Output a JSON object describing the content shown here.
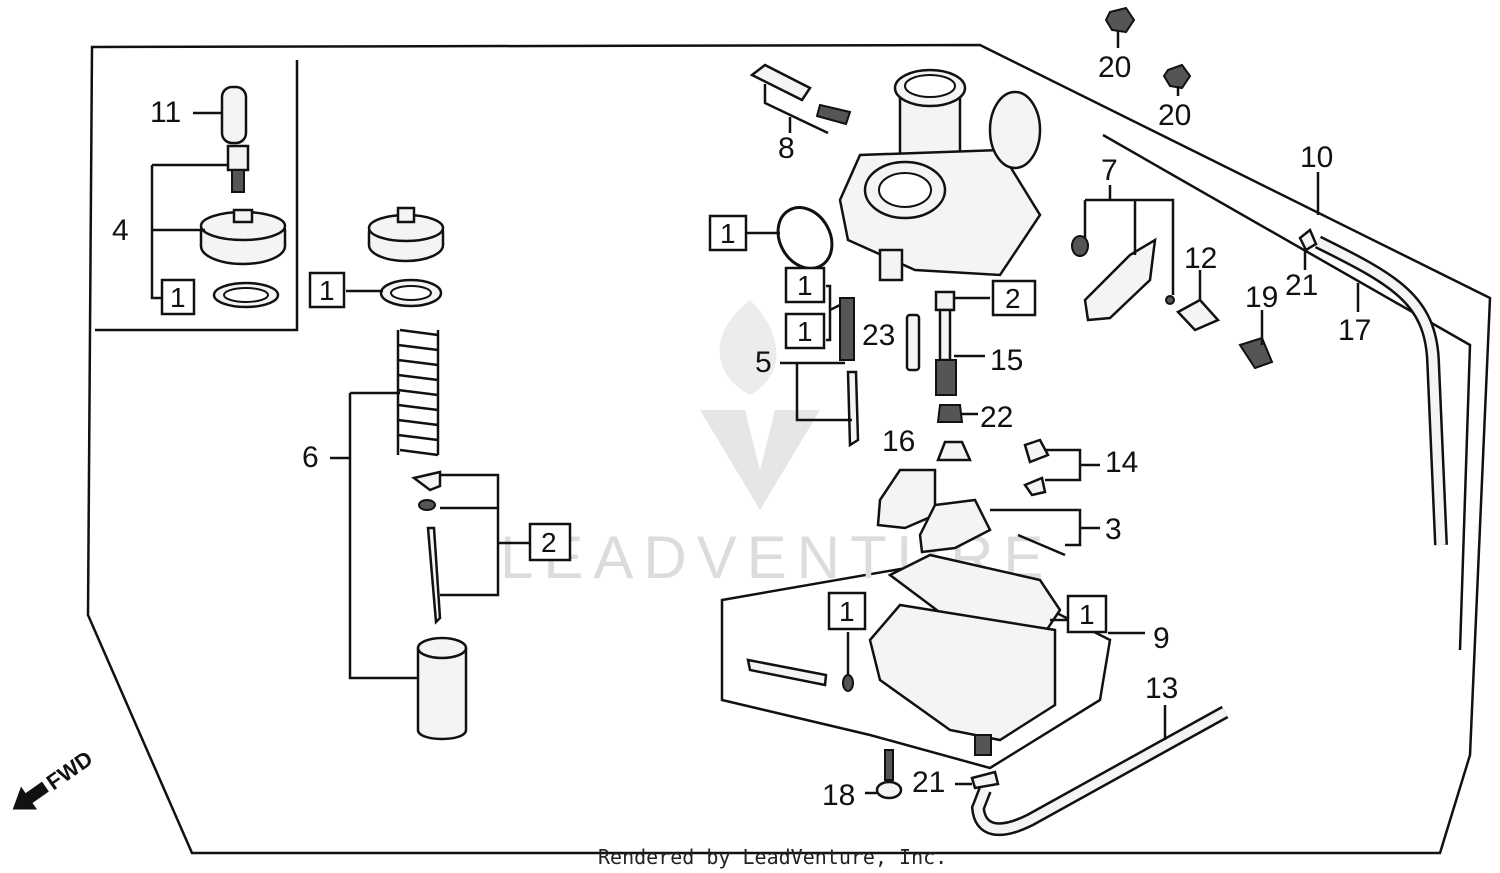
{
  "footer": "Rendered by LeadVenture, Inc.",
  "watermark": "LEADVENTURE",
  "direction": "FWD",
  "labels": {
    "p11": "11",
    "p4": "4",
    "p6": "6",
    "p5": "5",
    "p8": "8",
    "p20a": "20",
    "p20b": "20",
    "p10": "10",
    "p7": "7",
    "p12": "12",
    "p19": "19",
    "p21a": "21",
    "p17": "17",
    "p23": "23",
    "p15": "15",
    "p22": "22",
    "p16": "16",
    "p14": "14",
    "p3": "3",
    "p9": "9",
    "p13": "13",
    "p18": "18",
    "p21b": "21"
  },
  "boxed": {
    "b1a": "1",
    "b1b": "1",
    "b1c": "1",
    "b1d": "1",
    "b1e": "1",
    "b1f": "1",
    "b1g": "1",
    "b2a": "2",
    "b2b": "2"
  }
}
